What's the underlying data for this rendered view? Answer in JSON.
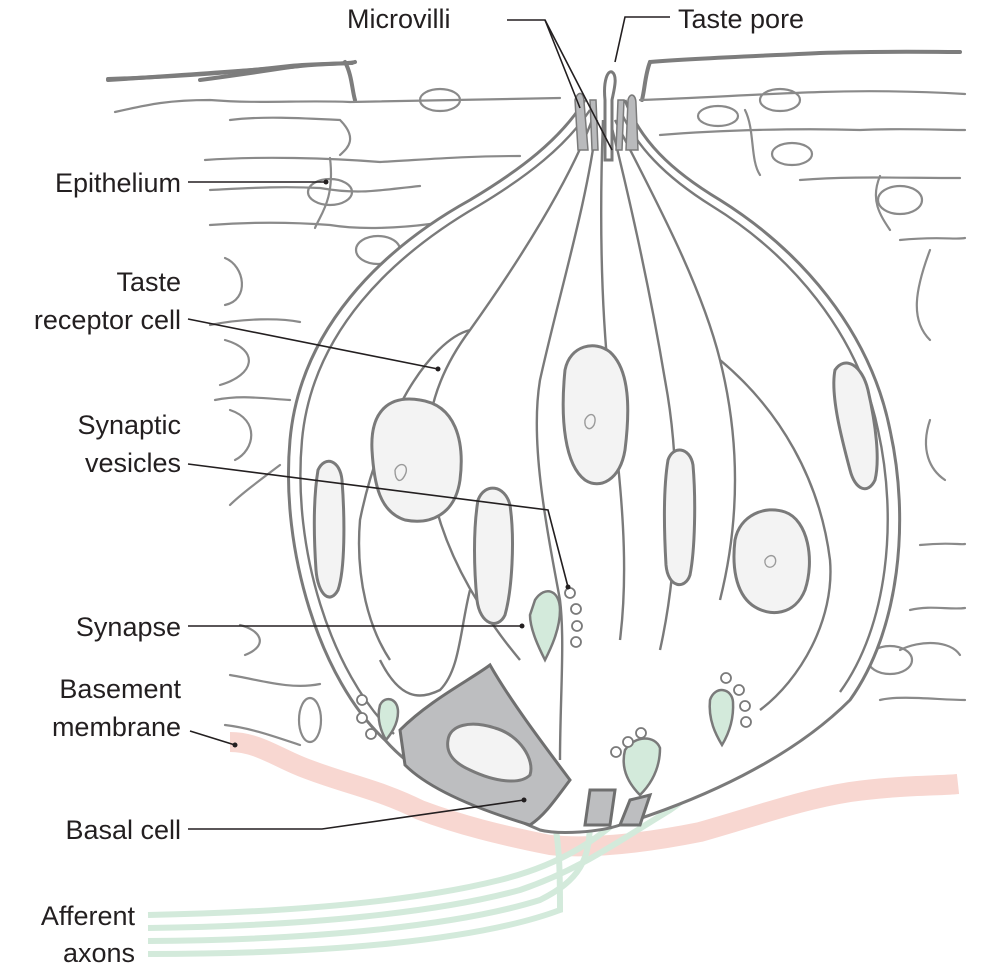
{
  "figure": {
    "title": "Taste bud structure",
    "colors": {
      "label_text": "#231f20",
      "cell_outline": "#7a7a7a",
      "basal_cell_fill": "#bdbec0",
      "basement_membrane": "#f8d7d1",
      "afferent_axon": "#d3eadb"
    },
    "labels": {
      "microvilli": "Microvilli",
      "taste_pore": "Taste pore",
      "epithelium": "Epithelium",
      "taste_receptor_cell_line1": "Taste",
      "taste_receptor_cell_line2": "receptor cell",
      "synaptic_vesicles_line1": "Synaptic",
      "synaptic_vesicles_line2": "vesicles",
      "synapse": "Synapse",
      "basement_membrane_line1": "Basement",
      "basement_membrane_line2": "membrane",
      "basal_cell": "Basal cell",
      "afferent_axons_line1": "Afferent",
      "afferent_axons_line2": "axons"
    }
  }
}
